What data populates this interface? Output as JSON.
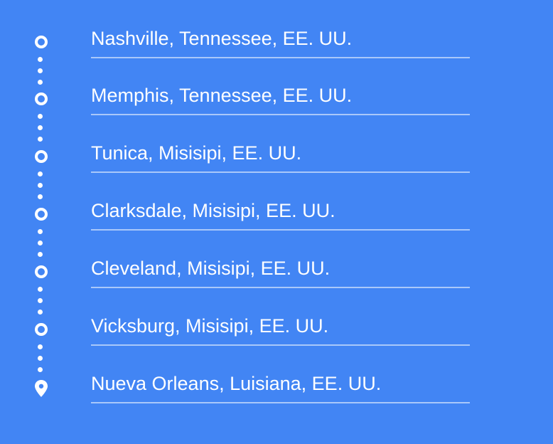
{
  "colors": {
    "background": "#4285f4",
    "foreground": "#ffffff",
    "divider": "rgba(255,255,255,0.55)"
  },
  "stops": [
    {
      "label": "Nashville, Tennessee, EE. UU.",
      "icon": "waypoint-circle-icon"
    },
    {
      "label": "Memphis, Tennessee, EE. UU.",
      "icon": "waypoint-circle-icon"
    },
    {
      "label": "Tunica, Misisipi, EE. UU.",
      "icon": "waypoint-circle-icon"
    },
    {
      "label": "Clarksdale, Misisipi, EE. UU.",
      "icon": "waypoint-circle-icon"
    },
    {
      "label": "Cleveland, Misisipi, EE. UU.",
      "icon": "waypoint-circle-icon"
    },
    {
      "label": "Vicksburg, Misisipi, EE. UU.",
      "icon": "waypoint-circle-icon"
    },
    {
      "label": "Nueva Orleans, Luisiana, EE. UU.",
      "icon": "destination-pin-icon"
    }
  ]
}
